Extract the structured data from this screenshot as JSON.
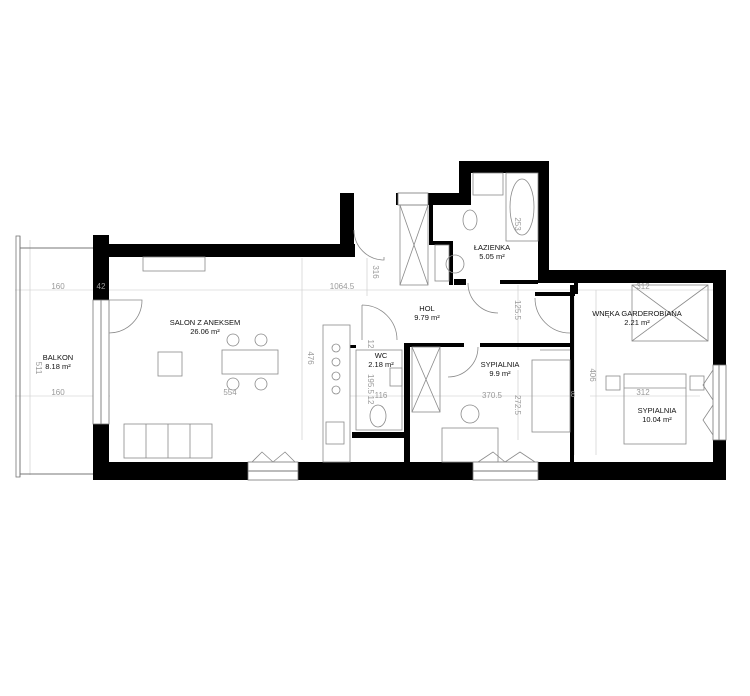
{
  "rooms": {
    "balkon": {
      "name": "BALKON",
      "area": "8.18 m²"
    },
    "salon": {
      "name": "SALON Z ANEKSEM",
      "area": "26.06 m²"
    },
    "hol": {
      "name": "HOL",
      "area": "9.79 m²"
    },
    "lazienka": {
      "name": "ŁAZIENKA",
      "area": "5.05 m²"
    },
    "wc": {
      "name": "WC",
      "area": "2.18 m²"
    },
    "sypialnia1": {
      "name": "SYPIALNIA",
      "area": "9.9 m²"
    },
    "garderoba": {
      "name": "WNĘKA GARDEROBIANA",
      "area": "2.21 m²"
    },
    "sypialnia2": {
      "name": "SYPIALNIA",
      "area": "10.04 m²"
    }
  },
  "dimensions": {
    "balkon_width_top": "160",
    "balkon_width_bottom": "160",
    "balkon_length": "511",
    "wall_42": "42",
    "total_length": "1064.5",
    "salon_width": "554",
    "salon_depth": "476",
    "hol_316": "316",
    "lazienka_253": "253",
    "hol_125_5": "125.5",
    "wc_12_top": "12",
    "wc_12_bottom": "12",
    "wc_195_5": "195.5",
    "wc_116": "116",
    "sypialnia1_width": "370.5",
    "sypialnia1_depth": "272.5",
    "garderoba_width": "312",
    "sypialnia2_width": "312",
    "sypialnia2_depth": "406",
    "mark_8": "8"
  }
}
